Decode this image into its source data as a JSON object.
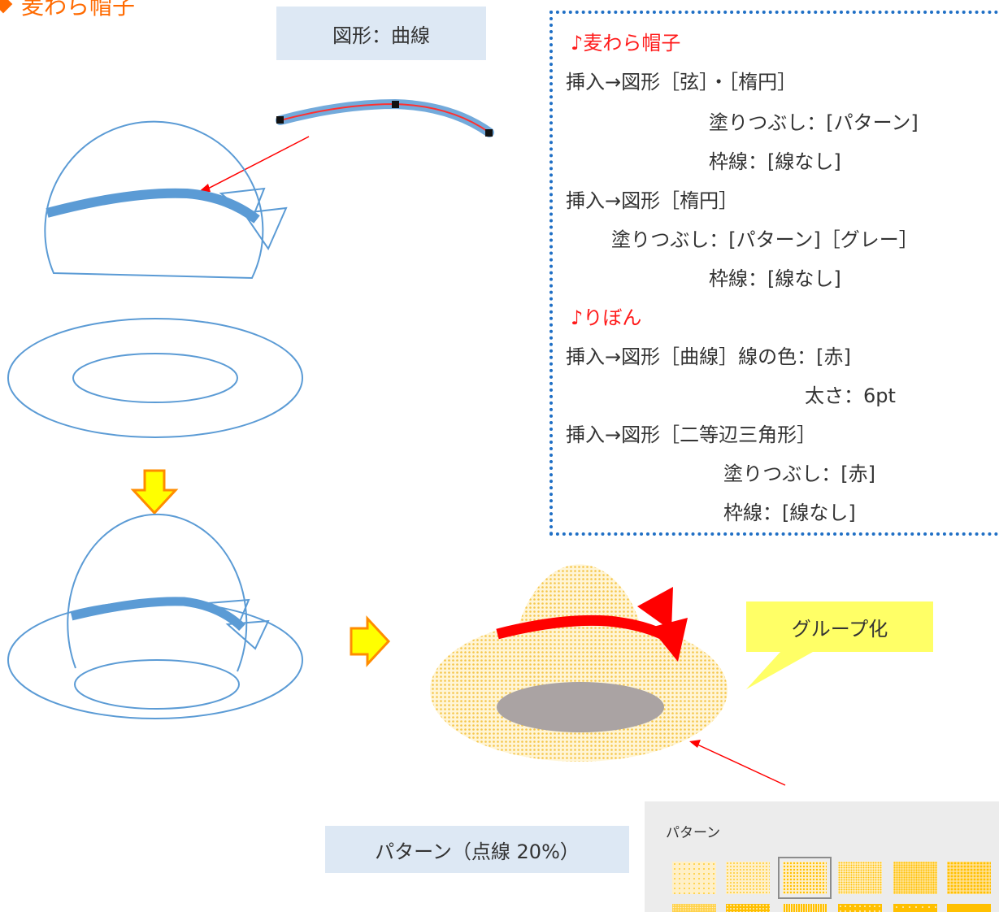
{
  "title": "麦わら帽子",
  "curve_callout": "図形：曲線",
  "instructions": {
    "heading_hat": "♪麦わら帽子",
    "line1": "挿入→図形［弦］・［楕円］",
    "line2": "塗りつぶし：[パターン]",
    "line3": "枠線：[線なし]",
    "line4": "挿入→図形［楕円］",
    "line5": "塗りつぶし：[パターン]［グレー］",
    "line6": "枠線：[線なし]",
    "heading_ribbon": "♪りぼん",
    "line7": "挿入→図形［曲線］線の色：[赤]",
    "line8": "太さ：6pt",
    "line9": "挿入→図形［二等辺三角形］",
    "line10": "塗りつぶし：[赤]",
    "line11": "枠線：[線なし]"
  },
  "group_callout": "グループ化",
  "pattern_callout": "パターン（点線 20%）",
  "pattern_panel": {
    "label": "パターン",
    "selected_index": 2
  },
  "colors": {
    "outline_blue": "#5b9bd5",
    "title_orange": "#ff6a00",
    "ribbon_red": "#ff0000",
    "hat_yellow": "#ffe08a",
    "brim_gray": "#aaa3a3",
    "callout_yellow": "#ffff66",
    "callout_blue": "#dde8f4",
    "arrow_fill": "#ffff00",
    "arrow_stroke": "#ff8c00",
    "border_blue": "#1f6fc5"
  },
  "icons": [
    "down-arrow-icon",
    "right-arrow-icon",
    "diamond-bullet-icon"
  ]
}
